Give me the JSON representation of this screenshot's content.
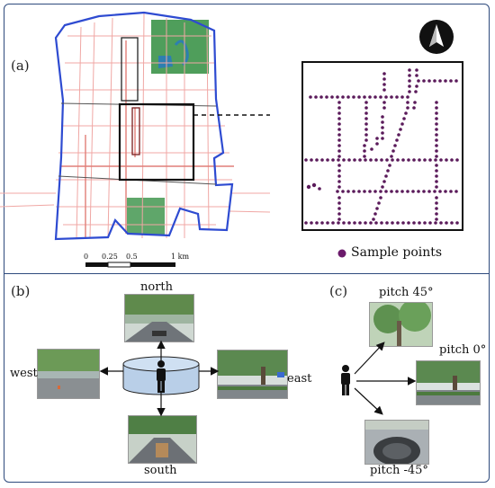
{
  "panel_a": {
    "label": "(a)",
    "scale_bar": {
      "ticks": [
        "0",
        "0.25",
        "0.5",
        "1 km"
      ]
    },
    "legend_label": "Sample points",
    "north_arrow_icon": "north-arrow-icon",
    "colors": {
      "boundary": "#2e4bd1",
      "roads": "#e8948f",
      "green": "#3f9a52",
      "points": "#5a1a5a"
    }
  },
  "panel_b": {
    "label": "(b)",
    "directions": {
      "north": "north",
      "west": "west",
      "east": "east",
      "south": "south"
    }
  },
  "panel_c": {
    "label": "(c)",
    "pitches": {
      "up": "pitch 45°",
      "level": "pitch 0°",
      "down": "pitch -45°"
    }
  }
}
